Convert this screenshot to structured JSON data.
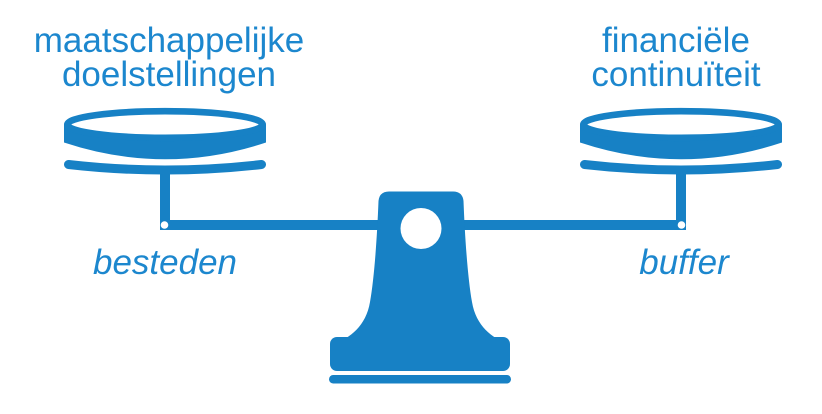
{
  "diagram": {
    "left_pan": {
      "title_line1": "maatschappelijke",
      "title_line2": "doelstellingen",
      "caption": "besteden"
    },
    "right_pan": {
      "title_line1": "financiële",
      "title_line2": "continuïteit",
      "caption": "buffer"
    },
    "icons": [
      "balance-scale-icon",
      "left-pan-disc-icon",
      "right-pan-disc-icon"
    ]
  },
  "colors": {
    "shape": "#1781C5",
    "text": "#1C87CE",
    "background": "#FFFFFF"
  }
}
